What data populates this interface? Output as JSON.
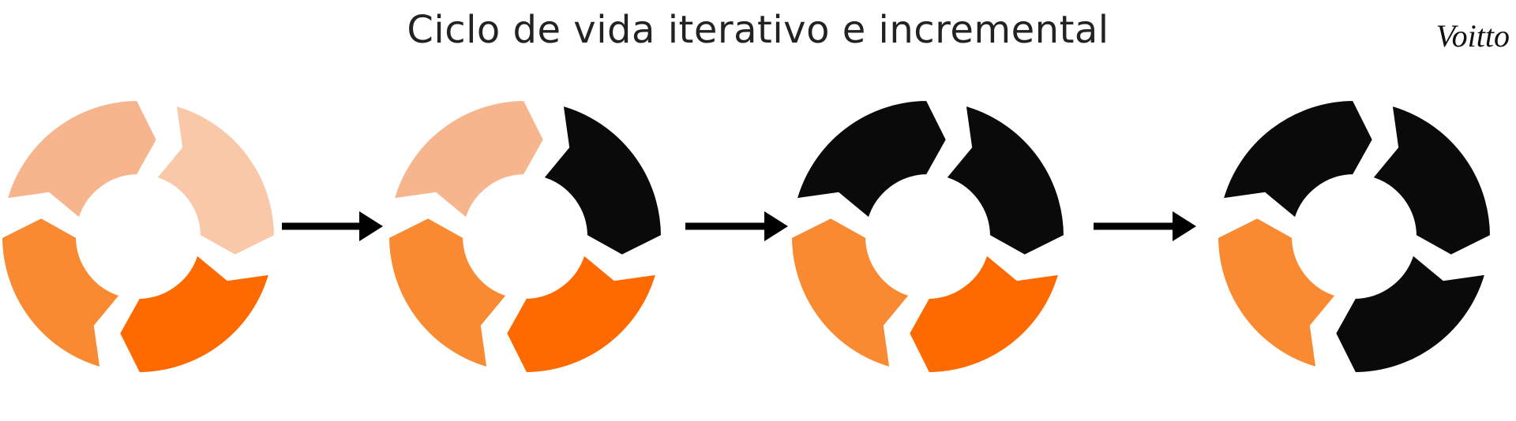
{
  "title": "Ciclo de vida iterativo e incremental",
  "logo_text": "Voitto",
  "colors": {
    "black": "#0a0a0a",
    "orange_dark": "#ff6a00",
    "orange_mid": "#f98a32",
    "orange_light": "#f6b58c",
    "orange_pale": "#f8c8a8",
    "arrow": "#000000"
  },
  "cycles": [
    {
      "segments": [
        "orange_dark",
        "orange_mid",
        "orange_light",
        "orange_pale"
      ]
    },
    {
      "segments": [
        "orange_dark",
        "orange_mid",
        "orange_light",
        "black"
      ]
    },
    {
      "segments": [
        "orange_dark",
        "orange_mid",
        "black",
        "black"
      ]
    },
    {
      "segments": [
        "black",
        "orange_mid",
        "black",
        "black"
      ]
    }
  ]
}
